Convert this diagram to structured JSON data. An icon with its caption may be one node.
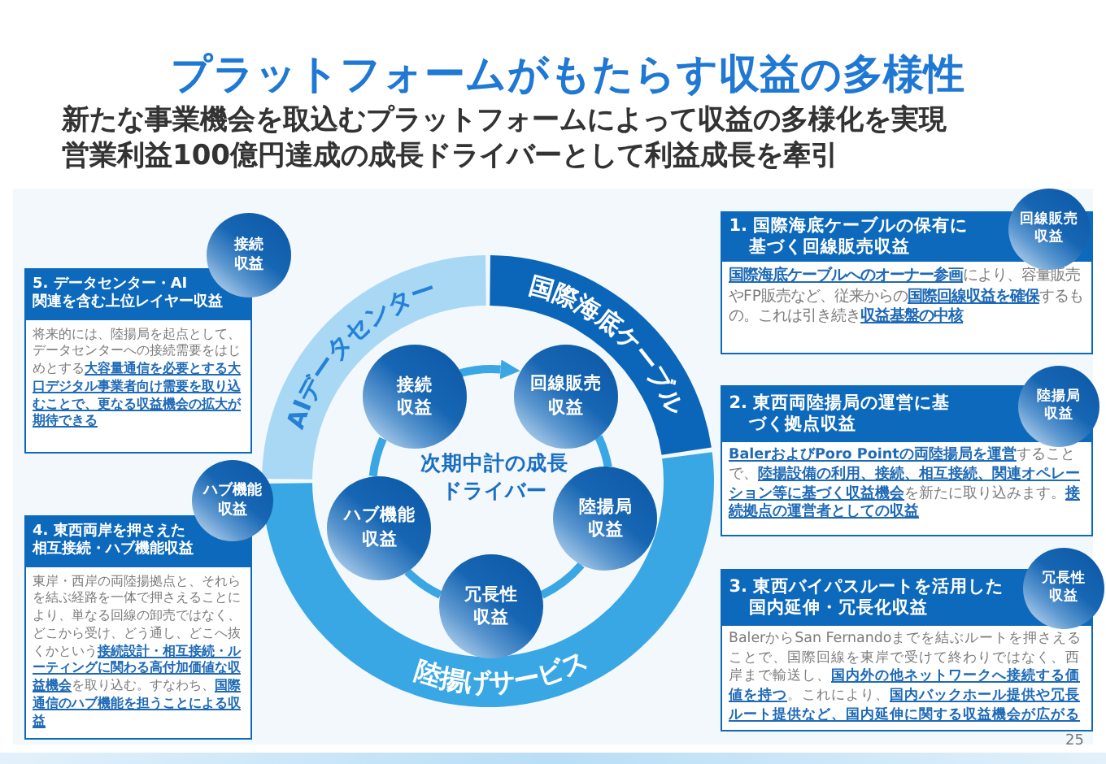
{
  "diagram": {
    "title": "プラットフォームがもたらす収益の多様性",
    "nodes": [
      {
        "text": [
          "接続収益"
        ]
      },
      {
        "text": [
          "5. データセンター・AI関連を含む上位レイヤー収益",
          "将来的には、陸揚局を起点として、データセンターへの接続需要をはじめとする**大容量通信を必要とする大口デジタル事業者向け需要を取り込むことで、更なる収益機会の拡大が期待できる**"
        ]
      },
      {
        "text": [
          "ハブ機能収益"
        ]
      },
      {
        "text": [
          "4. 東西両岸を押さえた相互接続・ハブ機能収益",
          "東岸・西岸の両陸揚拠点と、それらを結ぶ経路を一体で押さえることにより、単なる回線の卸売ではなく、どこから受け、どう通し、どこへ抜くかという**接続設計・相互接続・ルーティングに関わる高付加価値な収益機会**を取り込む。すなわち、**国際通信のハブ機能を担うことによる収益**"
        ]
      },
      {
        "text": [
          "AIデータセンター"
        ]
      },
      {
        "text": [
          "国際海底ケーブル"
        ]
      },
      {
        "text": [
          "陸揚げサービス"
        ]
      },
      {
        "text": [
          "接続収益"
        ]
      },
      {
        "text": [
          "回線販売収益"
        ]
      },
      {
        "text": [
          "ハブ機能収益"
        ]
      },
      {
        "text": [
          "陸揚局収益"
        ]
      },
      {
        "text": [
          "冗長性収益"
        ]
      },
      {
        "text": [
          "回線販売収益"
        ]
      },
      {
        "text": [
          "1. 国際海底ケーブルの保有に基づく回線販売収益",
          "**国際海底ケーブルへのオーナー参画**により、容量販売やFP販売など、従来からの**国際回線収益を確保**するもの。これは引き続き**収益基盤の中核**"
        ]
      },
      {
        "text": [
          "陸揚局収益"
        ]
      },
      {
        "text": [
          "2. 東西両陸揚局の運営に基づく拠点収益",
          "**BalerおよびPoro Pointの両陸揚局を運営**することで、**陸揚設備の利用、接続、相互接続、関連オペレーション等に基づく収益機会**を新たに取り込みます。**接続拠点の運営者としての収益**"
        ]
      },
      {
        "text": [
          "冗長性収益"
        ]
      },
      {
        "text": [
          "3. 東西バイパスルートを活用した国内延伸・冗長化収益",
          "BalerからSan Fernandoまでを結ぶルートを押さえることで、国際回線を東岸で受けて終わりではなく、西岸まで輸送し、**国内外の他ネットワークへ接続する価値を持つ**。これにより、**国内バックホール提供や冗長ルート提供など、国内延伸に関する収益機会が広がる**"
        ]
      }
    ],
    "edges": [
      {
        "from": 7,
        "to": 8,
        "arrow": "to"
      },
      {
        "from": 8,
        "to": 10,
        "arrow": "none"
      },
      {
        "from": 10,
        "to": 11,
        "arrow": "none"
      },
      {
        "from": 11,
        "to": 9,
        "arrow": "none"
      },
      {
        "from": 9,
        "to": 7,
        "arrow": "none"
      }
    ],
    "labels": [
      "新たな事業機会を取込むプラットフォームによって収益の多様化を実現",
      "営業利益100億円達成の成長ドライバーとして利益成長を牽引",
      "次期中計の成長ドライバー",
      "25"
    ]
  }
}
